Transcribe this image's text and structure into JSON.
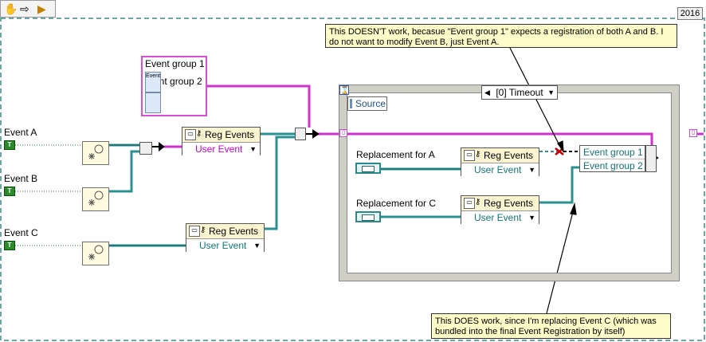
{
  "version": "2016",
  "labels": {
    "event_a": "Event A",
    "event_b": "Event B",
    "event_c": "Event C",
    "replacement_a": "Replacement for A",
    "replacement_c": "Replacement for C"
  },
  "terminal_glyph": "T",
  "event_group_constant": {
    "row1": "Event group 1",
    "row2": "ent group 2",
    "struct_label": "Event"
  },
  "reg_events": {
    "title": "Reg Events",
    "user_event": "User Event"
  },
  "event_structure": {
    "selector": "[0] Timeout",
    "source": "Source"
  },
  "event_group_inner": {
    "row1": "Event group 1",
    "row2": "Event group 2"
  },
  "annotations": {
    "top": "This DOESN'T work, becasue \"Event group 1\" expects a registration of both A and B. I do not want to modify Event B, just Event A.",
    "bottom": "This DOES work, since I'm replacing Event C (which was bundled into the final Event Registration by itself)"
  },
  "icons": {
    "toolbar": [
      "hand-icon",
      "arrow-icon",
      "run-icon"
    ],
    "user_event_vi": "create-user-event-icon"
  },
  "colors": {
    "wire_pink": "#cc33cc",
    "wire_teal": "#2a9090",
    "wire_green": "#2a7a2a",
    "ann_bg": "#fdfbc8"
  }
}
